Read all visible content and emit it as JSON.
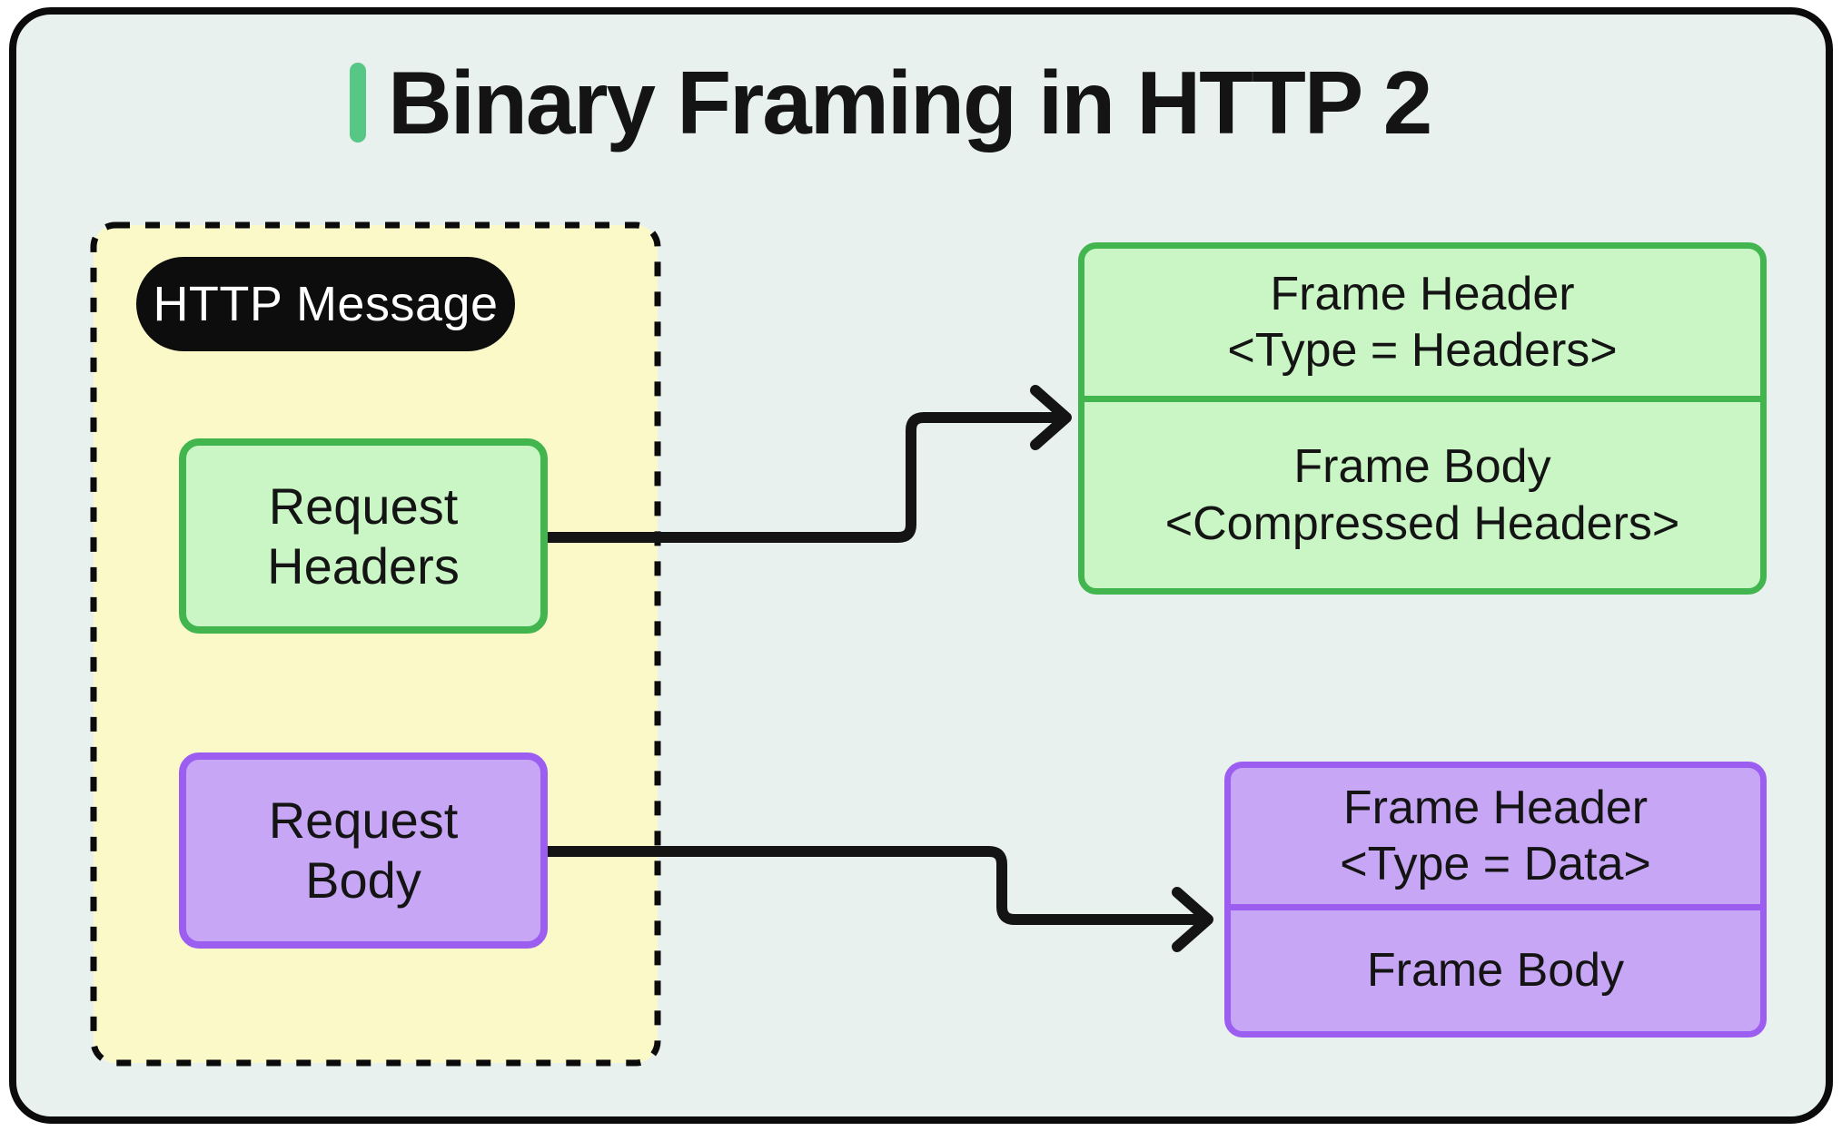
{
  "title": "Binary Framing in HTTP 2",
  "message_group": {
    "badge": "HTTP Message",
    "request_headers": "Request\nHeaders",
    "request_body": "Request\nBody"
  },
  "frames": {
    "headers_frame": {
      "header": "Frame Header\n<Type = Headers>",
      "body": "Frame Body\n<Compressed Headers>"
    },
    "data_frame": {
      "header": "Frame Header\n<Type = Data>",
      "body": "Frame Body"
    }
  },
  "colors": {
    "page": "#ffffff",
    "mint": "#e8f1ed",
    "card_border": "#0b0b0b",
    "yellow": "#fcf9c9",
    "ink": "#141414",
    "green_fill": "#c9f6c4",
    "green_stroke": "#43b54f",
    "purple_fill": "#c7a7f5",
    "purple_stroke": "#9c5ef0",
    "accent": "#57c786",
    "pill_bg": "#0d0d0d",
    "pill_text": "#ffffff"
  }
}
